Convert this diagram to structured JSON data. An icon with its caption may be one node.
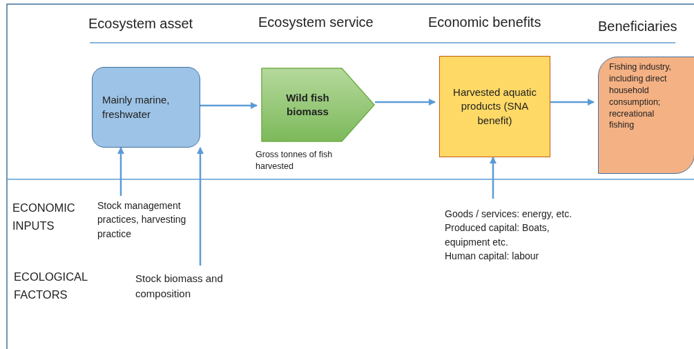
{
  "diagram": {
    "nodes": [
      {
        "text": [
          "Mainly marine, freshwater"
        ]
      },
      {
        "text": [
          "Wild fish biomass"
        ],
        "beside": [
          "Gross tonnes of fish harvested"
        ]
      },
      {
        "text": [
          "Harvested aquatic products (SNA benefit)"
        ]
      },
      {
        "text": [
          "Fishing industry, including direct household consumption; recreational fishing"
        ]
      },
      {
        "text": [
          "Stock management practices, harvesting practice"
        ]
      },
      {
        "text": [
          "Stock biomass and composition"
        ]
      },
      {
        "text": [
          "Goods / services: energy, etc.",
          "Produced capital: Boats, equipment etc.",
          "Human capital: labour"
        ]
      }
    ],
    "edges": [
      {
        "from": 0,
        "to": 1,
        "arrow": "to"
      },
      {
        "from": 1,
        "to": 2,
        "arrow": "to"
      },
      {
        "from": 2,
        "to": 3,
        "arrow": "to"
      },
      {
        "from": 4,
        "to": 0,
        "arrow": "to"
      },
      {
        "from": 5,
        "to": 0,
        "arrow": "to"
      },
      {
        "from": 6,
        "to": 2,
        "arrow": "to"
      }
    ],
    "labels": [
      "Ecosystem asset",
      "Ecosystem service",
      "Economic benefits",
      "Beneficiaries",
      "ECONOMIC INPUTS",
      "ECOLOGICAL FACTORS"
    ]
  }
}
